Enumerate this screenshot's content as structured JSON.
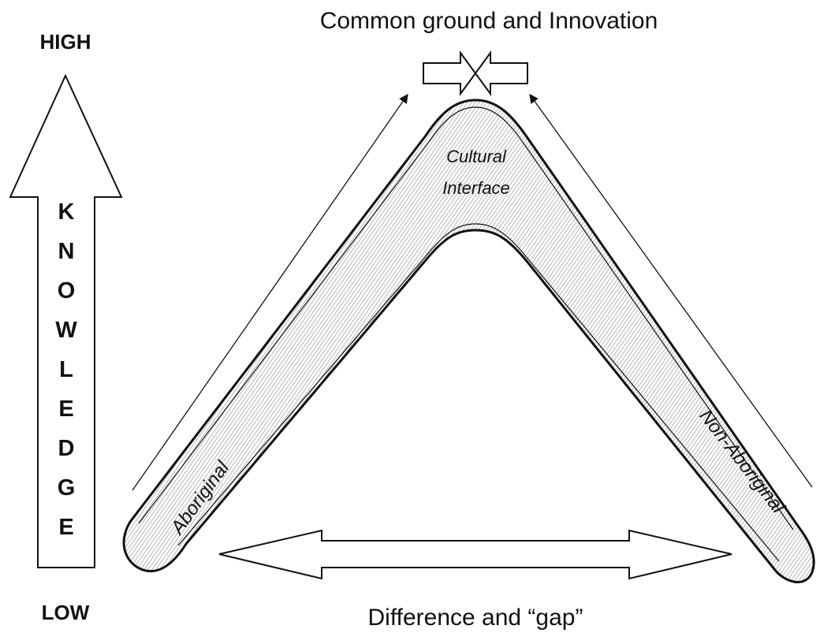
{
  "diagram": {
    "top_caption": "Common ground and Innovation",
    "bottom_caption": "Difference and “gap”",
    "knowledge_axis": {
      "high_label": "HIGH",
      "low_label": "LOW",
      "vertical_letters": [
        "K",
        "N",
        "O",
        "W",
        "L",
        "E",
        "D",
        "G",
        "E"
      ]
    },
    "boomerang": {
      "apex_label_line1": "Cultural",
      "apex_label_line2": "Interface",
      "left_arm_label": "Aboriginal",
      "right_arm_label": "Non-Aboriginal"
    },
    "colors": {
      "ink": "#111111",
      "hatch": "#9a9a9a",
      "background": "#ffffff"
    }
  }
}
